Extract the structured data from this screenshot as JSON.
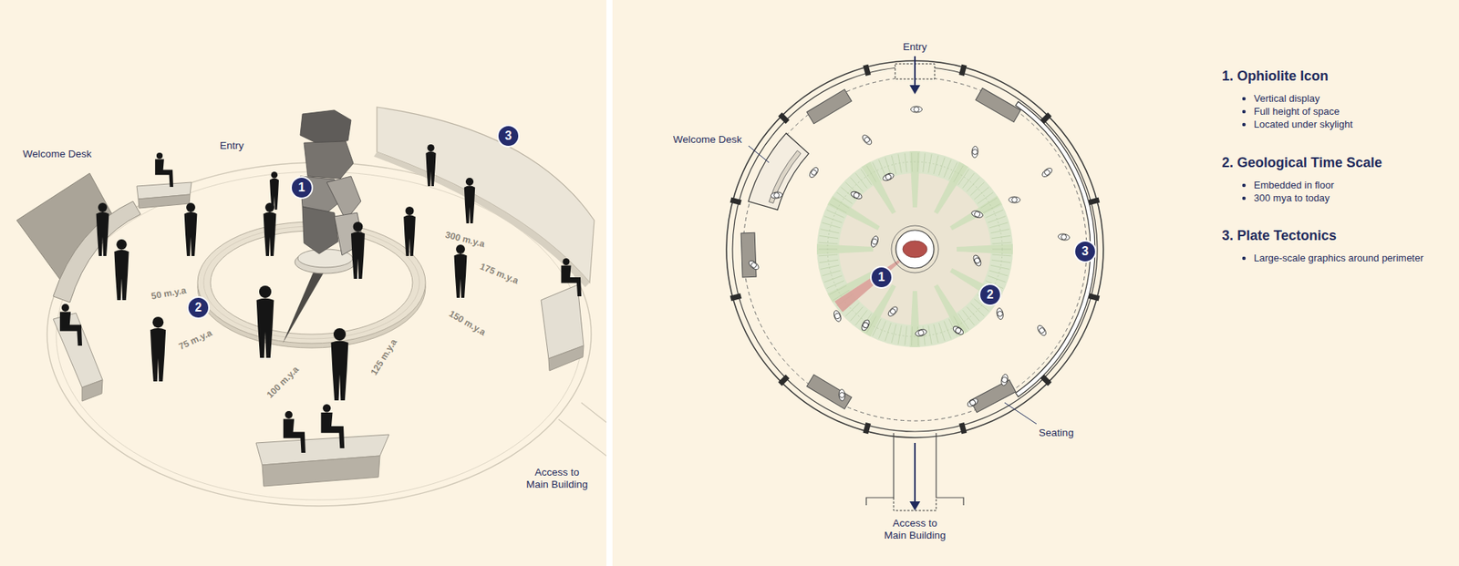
{
  "diagram": {
    "nodes": [
      {
        "text": [
          "1"
        ]
      },
      {
        "text": [
          "2"
        ]
      },
      {
        "text": [
          "3"
        ]
      },
      {
        "text": [
          "1"
        ]
      },
      {
        "text": [
          "2"
        ]
      },
      {
        "text": [
          "3"
        ]
      }
    ],
    "labels": [
      "Welcome Desk",
      "Entry",
      "300 m.y.a",
      "175 m.y.a",
      "150 m.y.a",
      "125 m.y.a",
      "100 m.y.a",
      "75 m.y.a",
      "50 m.y.a",
      "Access to Main Building",
      "Entry",
      "Welcome Desk",
      "Seating",
      "Access to Main Building",
      "1. Ophiolite Icon",
      "Vertical display",
      "Full height of space",
      "Located under skylight",
      "2. Geological Time Scale",
      "Embedded in floor",
      "300 mya to today",
      "3. Plate Tectonics",
      "Large-scale graphics around perimeter"
    ]
  }
}
